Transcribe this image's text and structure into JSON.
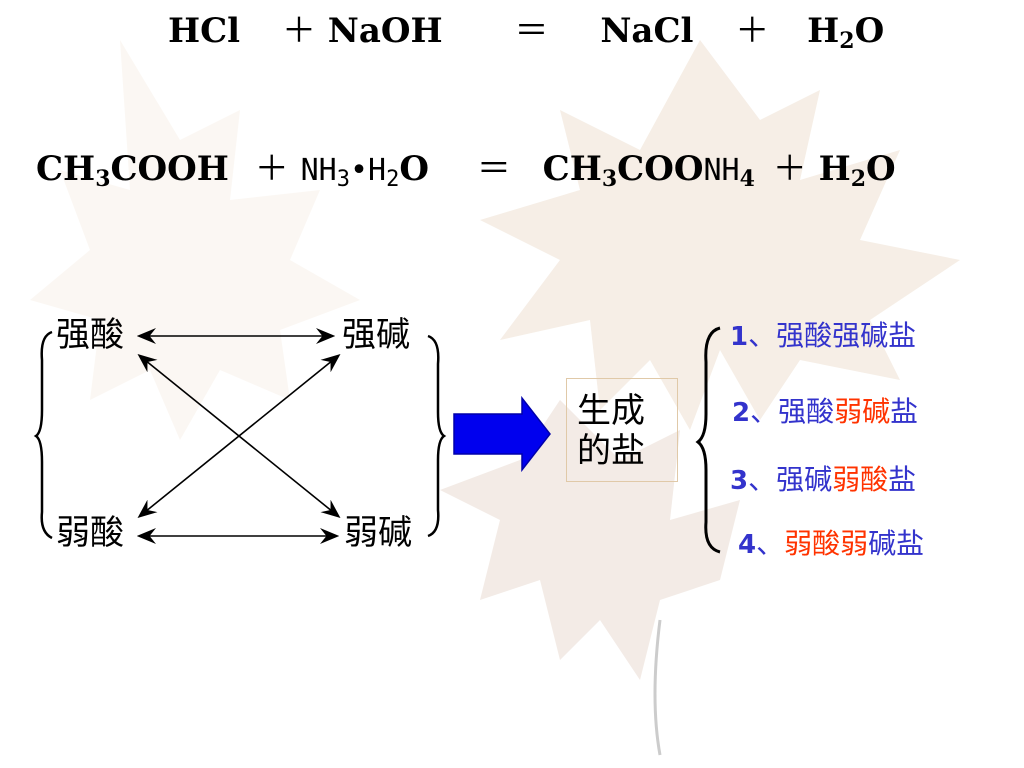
{
  "equations": {
    "eq1": {
      "hcl": "HCl",
      "plus1": "＋",
      "naoh": "NaOH",
      "equals": "＝",
      "nacl": "NaCl",
      "plus2": "＋",
      "h": "H",
      "two": "2",
      "o": "O"
    },
    "eq2": {
      "ch": "CH",
      "three_a": "3",
      "cooh": "COOH",
      "plus1": "＋",
      "nh": "NH",
      "three_b": "3",
      "dot": "•H",
      "two_a": "2",
      "o_a": "O",
      "equals": "＝",
      "ch2": "CH",
      "three_c": "3",
      "coo": "COO",
      "nh4": "NH",
      "four": "4",
      "plus2": "＋",
      "h": "H",
      "two_b": "2",
      "o_b": "O"
    }
  },
  "diagram": {
    "strong_acid": "强酸",
    "strong_base": "强碱",
    "weak_acid": "弱酸",
    "weak_base": "弱碱",
    "salt_label_line1": "生成",
    "salt_label_line2": "的盐"
  },
  "salts": [
    {
      "num": "1",
      "sep": "、",
      "parts": [
        {
          "text": "强酸强碱盐",
          "color": "#3333cc"
        }
      ]
    },
    {
      "num": "2",
      "sep": "、",
      "parts": [
        {
          "text": "强酸",
          "color": "#3333cc"
        },
        {
          "text": "弱碱",
          "color": "#ff3300"
        },
        {
          "text": "盐",
          "color": "#3333cc"
        }
      ]
    },
    {
      "num": "3",
      "sep": "、",
      "parts": [
        {
          "text": "强碱",
          "color": "#3333cc"
        },
        {
          "text": "弱酸",
          "color": "#ff3300"
        },
        {
          "text": "盐",
          "color": "#3333cc"
        }
      ]
    },
    {
      "num": "4",
      "sep": "、",
      "parts": [
        {
          "text": "弱酸",
          "color": "#ff3300"
        },
        {
          "text": "弱",
          "color": "#ff3300"
        },
        {
          "text": "碱盐",
          "color": "#3333cc"
        }
      ]
    }
  ],
  "colors": {
    "arrow_fill": "#0000ee",
    "item_blue": "#3333cc",
    "item_red": "#ff3300",
    "watermark": "maple-leaf"
  }
}
